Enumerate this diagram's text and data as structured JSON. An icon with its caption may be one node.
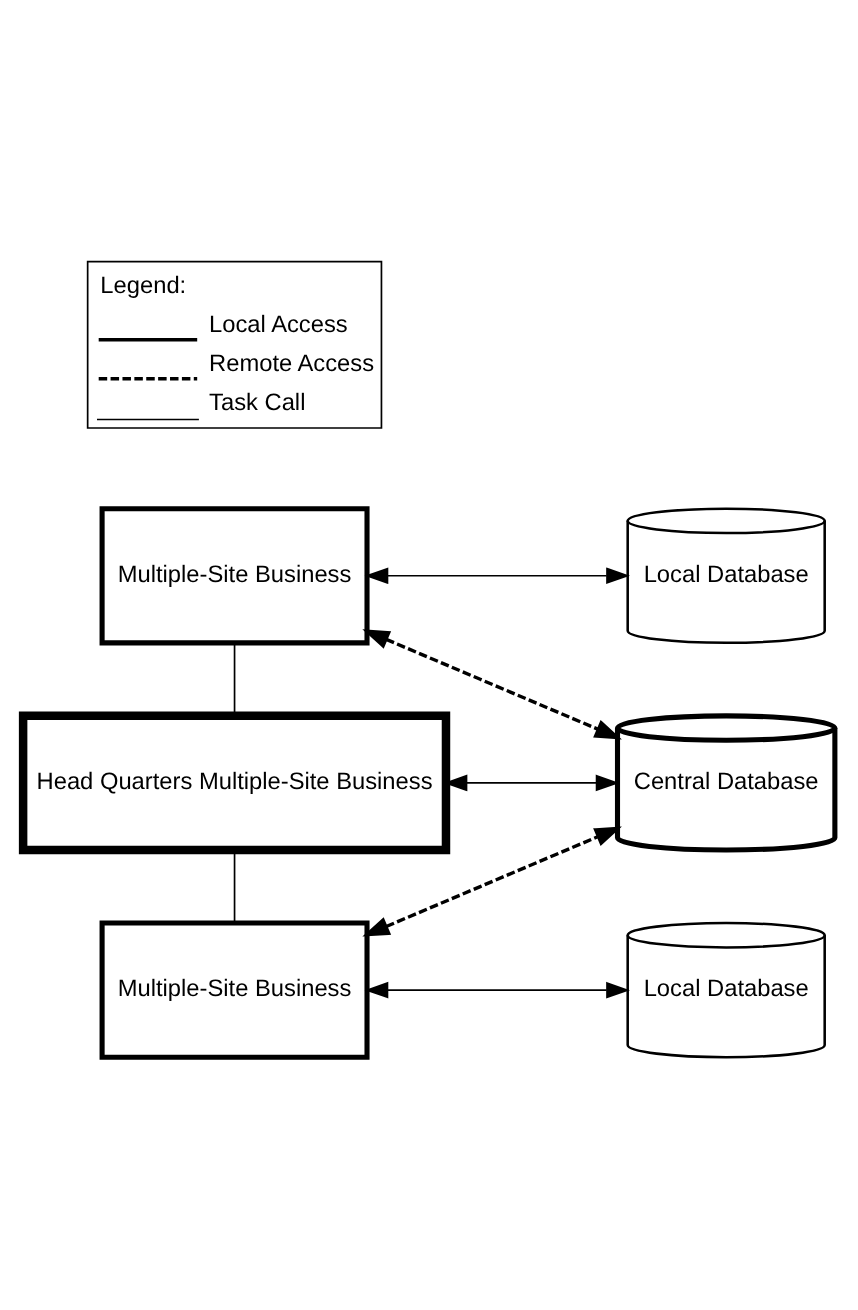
{
  "diagram": {
    "nodes": [
      {
        "text": [
          "Multiple-Site Business"
        ]
      },
      {
        "text": [
          "Local Database"
        ]
      },
      {
        "text": [
          "Head Quarters Multiple-Site Business"
        ]
      },
      {
        "text": [
          "Central Database"
        ]
      },
      {
        "text": [
          "Multiple-Site Business"
        ]
      },
      {
        "text": [
          "Local Database"
        ]
      }
    ],
    "edges": [
      {
        "from": 0,
        "to": 1,
        "arrow": "both"
      },
      {
        "from": 0,
        "to": 3,
        "arrow": "both",
        "style": "dashed"
      },
      {
        "from": 0,
        "to": 2,
        "arrow": "none"
      },
      {
        "from": 2,
        "to": 3,
        "arrow": "both"
      },
      {
        "from": 4,
        "to": 3,
        "arrow": "both",
        "style": "dashed"
      },
      {
        "from": 2,
        "to": 4,
        "arrow": "none"
      },
      {
        "from": 4,
        "to": 5,
        "arrow": "both"
      }
    ],
    "labels": [
      "Legend:"
    ],
    "legend": [
      {
        "text": "Local Access"
      },
      {
        "text": "Remote Access"
      },
      {
        "text": "Task Call"
      }
    ]
  }
}
